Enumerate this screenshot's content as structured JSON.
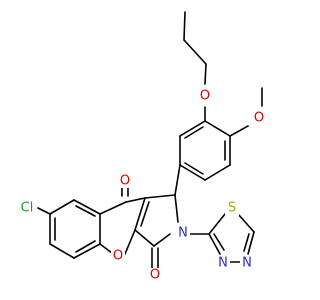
{
  "atoms": {
    "cl": {
      "text": "Cl",
      "color": "#1f9e1f"
    },
    "o_ring": {
      "text": "O",
      "color": "#e00000"
    },
    "o_top_carbonyl": {
      "text": "O",
      "color": "#e00000"
    },
    "o_bottom_carbonyl": {
      "text": "O",
      "color": "#e00000"
    },
    "o_propoxy": {
      "text": "O",
      "color": "#e00000"
    },
    "o_methoxy": {
      "text": "O",
      "color": "#e00000"
    },
    "n_pyrrole": {
      "text": "N",
      "color": "#2a2ae0"
    },
    "n_thiadiazole_1": {
      "text": "N",
      "color": "#2a2ae0"
    },
    "n_thiadiazole_2": {
      "text": "N",
      "color": "#2a2ae0"
    },
    "s_thiadiazole": {
      "text": "S",
      "color": "#b3a300"
    }
  }
}
